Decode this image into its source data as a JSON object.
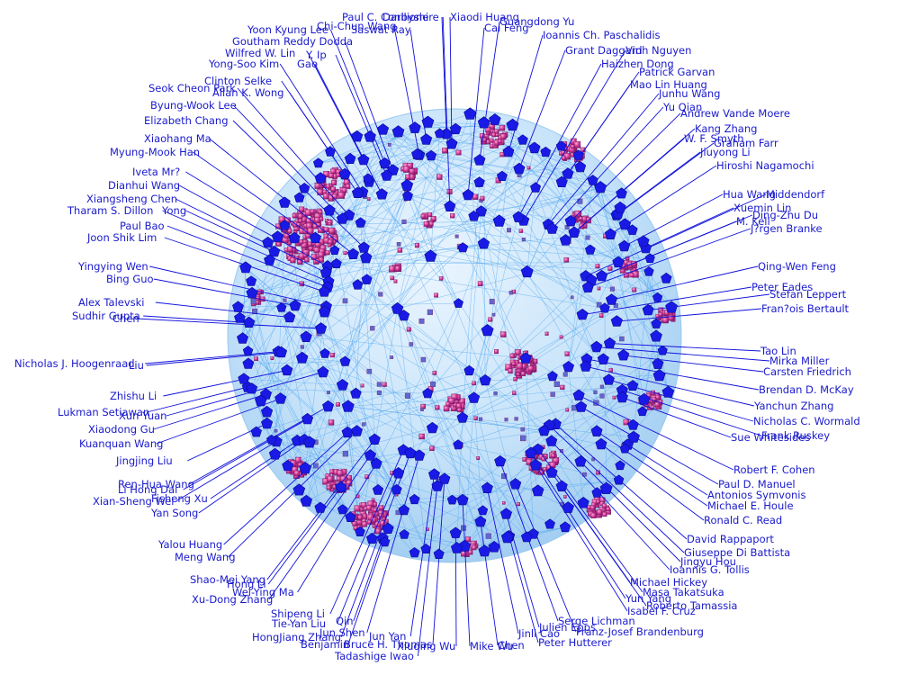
{
  "graph": {
    "colors": {
      "sphere": "#b9dcf7",
      "edge": "#4aa3ee",
      "hub": "#1a1ae6",
      "cluster_node": "#e0409a",
      "label": "#1a1acc"
    },
    "labels": [
      "Paul C. Conilione",
      "Darbyshire",
      "Xiaodi Huang",
      "Guangdong Yu",
      "Chi-Chun Wang",
      "Cai Feng",
      "Ioannis Ch. Paschalidis",
      "Yoon Kyung Lee",
      "Saswat Ray",
      "Goutham Reddy Dodda",
      "Grant Daggard",
      "Vinh Nguyen",
      "Wilfred W. Lin",
      "Y. Ip",
      "Haizhen Dong",
      "Yong-Soo Kim",
      "Gao",
      "Patrick Garvan",
      "Clinton Selke",
      "Mao Lin Huang",
      "Seok Cheon Park",
      "Allan K. Wong",
      "Junhu Wang",
      "Byung-Wook Lee",
      "Yu Qian",
      "Andrew Vande Moere",
      "Elizabeth Chang",
      "Kang Zhang",
      "W. F. Smyth",
      "Graham Farr",
      "Xiaohang Ma",
      "Jiuyong Li",
      "Myung-Mook Han",
      "Hiroshi Nagamochi",
      "Iveta Mr?",
      "Dianhui Wang",
      "Hua Wang",
      "Middendorf",
      "Xiangsheng Chen",
      "Xuemin Lin",
      "Tharam S. Dillon",
      "Yong",
      "Ding-Zhu Du",
      "M. Kell",
      "Paul Bao",
      "J?rgen Branke",
      "Joon Shik Lim",
      "Qing-Wen Feng",
      "Yingying Wen",
      "Bing Guo",
      "Peter Eades",
      "Stefan Leppert",
      "Alex Talevski",
      "Fran?ois Bertault",
      "Sudhir Gupta",
      "Chen",
      "Tao Lin",
      "Mirka Miller",
      "Nicholas J. Hoogenraad",
      "Liu",
      "Carsten Friedrich",
      "Brendan D. McKay",
      "Zhishu Li",
      "Yanchun Zhang",
      "Lukman Setiawan",
      "Xun Yuan",
      "Nicholas C. Wormald",
      "Xiaodong Gu",
      "Frank Ruskey",
      "Kuanquan Wang",
      "Sue Whitesides",
      "Jingjing Liu",
      "Robert F. Cohen",
      "Ren-Hua Wang",
      "Paul D. Manuel",
      "Li Hong Dai",
      "Antonios Symvonis",
      "Xian-Sheng Wei",
      "Fisheng Xu",
      "Michael E. Houle",
      "Yan Song",
      "Ronald C. Read",
      "David Rappaport",
      "Yalou Huang",
      "Giuseppe Di Battista",
      "Meng Wang",
      "Jingyu Hou",
      "Ioannis G. Tollis",
      "Shao-Mei Yang",
      "Hong Li",
      "Michael Hickey",
      "Wei-Ying Ma",
      "Masa Takatsuka",
      "Xu-Dong Zhang",
      "Yun Yang",
      "Roberto Tamassia",
      "Isabel F. Cruz",
      "Shipeng Li",
      "Tie-Yan Liu",
      "Qin",
      "Serge Lichman",
      "Jun Shen",
      "Jun Yan",
      "Jinli Cao",
      "Julien Epps",
      "Franz-Josef Brandenburg",
      "HongJiang Zhang",
      "Benjamin",
      "Bruce H. Thomas",
      "Xiuqing Wu",
      "Mike Wu",
      "Chen",
      "Peter Hutterer",
      "Tadashige Iwao"
    ]
  }
}
